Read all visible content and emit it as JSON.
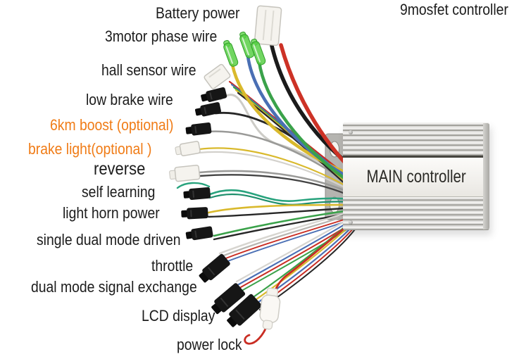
{
  "controller": {
    "label": "MAIN controller",
    "type_note": "9mosfet controller",
    "body_color": "#dddcd8"
  },
  "wire_labels": [
    {
      "text": "Battery power",
      "color": "#1c1c1c"
    },
    {
      "text": "3motor phase wire",
      "color": "#1c1c1c"
    },
    {
      "text": "hall sensor wire",
      "color": "#1c1c1c"
    },
    {
      "text": "low brake wire",
      "color": "#1c1c1c"
    },
    {
      "text": "6km boost (optional)",
      "color": "#f07c17"
    },
    {
      "text": "brake light(optional )",
      "color": "#f07c17"
    },
    {
      "text": "reverse",
      "color": "#1c1c1c"
    },
    {
      "text": "self learning",
      "color": "#1c1c1c"
    },
    {
      "text": "light horn power",
      "color": "#1c1c1c"
    },
    {
      "text": "single dual mode driven",
      "color": "#1c1c1c"
    },
    {
      "text": "throttle",
      "color": "#1c1c1c"
    },
    {
      "text": "dual mode signal exchange",
      "color": "#1c1c1c"
    },
    {
      "text": "LCD display",
      "color": "#1c1c1c"
    },
    {
      "text": "power lock",
      "color": "#1c1c1c"
    }
  ],
  "wires": [
    {
      "name": "Battery power",
      "connector": "white 2-pin plug",
      "wire_colors": [
        "black",
        "red"
      ]
    },
    {
      "name": "3motor phase wire",
      "connector": "green bullet terminals",
      "wire_colors": [
        "yellow",
        "blue",
        "green"
      ]
    },
    {
      "name": "hall sensor wire",
      "connector": "white multi-pin plug",
      "wire_colors": [
        "red",
        "blue",
        "green",
        "yellow",
        "black"
      ]
    },
    {
      "name": "low brake wire",
      "connector": "black SM plug",
      "wire_colors": [
        "white",
        "black"
      ]
    },
    {
      "name": "6km boost (optional)",
      "connector": "black SM plug",
      "wire_colors": [
        "gray"
      ]
    },
    {
      "name": "brake light(optional )",
      "connector": "white mini plug",
      "wire_colors": [
        "yellow",
        "white"
      ]
    },
    {
      "name": "reverse",
      "connector": "white plug",
      "wire_colors": [
        "gray",
        "black"
      ]
    },
    {
      "name": "self learning",
      "connector": "black SM plug",
      "wire_colors": [
        "teal",
        "teal"
      ]
    },
    {
      "name": "light horn power",
      "connector": "black SM plug",
      "wire_colors": [
        "yellow",
        "black"
      ]
    },
    {
      "name": "single dual mode driven",
      "connector": "black SM plug",
      "wire_colors": [
        "green",
        "black"
      ]
    },
    {
      "name": "throttle",
      "connector": "black SM plug",
      "wire_colors": [
        "white",
        "gray",
        "red",
        "blue"
      ]
    },
    {
      "name": "dual mode signal exchange",
      "connector": "black SM plug",
      "wire_colors": [
        "white",
        "blue",
        "red",
        "green"
      ]
    },
    {
      "name": "LCD display",
      "connector": "black SM plug",
      "wire_colors": [
        "green",
        "yellow",
        "blue",
        "red",
        "black"
      ]
    },
    {
      "name": "power lock",
      "connector": "white inline connector",
      "wire_colors": [
        "red"
      ]
    }
  ],
  "colors": {
    "background": "#ffffff",
    "label_black": "#1c1c1c",
    "highlight_orange": "#f07c17",
    "wire_red": "#c92d23",
    "wire_black": "#272727",
    "wire_yellow": "#d9b92c",
    "wire_blue": "#4a6fb4",
    "wire_green": "#3aa24a",
    "wire_teal": "#28a37d",
    "wire_white": "#d7d5d0",
    "wire_gray": "#9a9a98",
    "bullet_sleeve_green": "#58cf45",
    "controller_silver": "#dddcd8"
  }
}
